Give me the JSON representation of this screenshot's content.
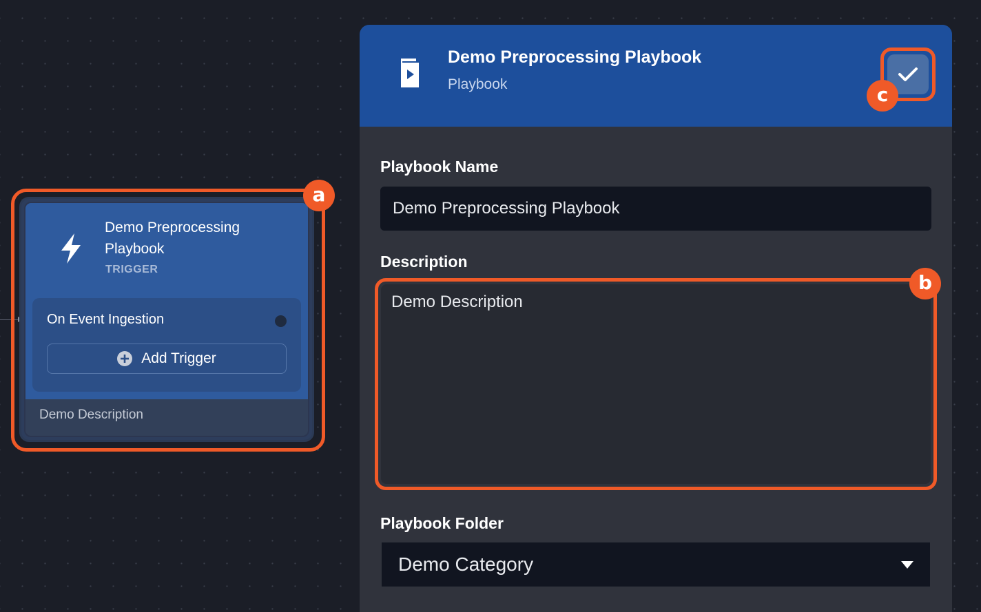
{
  "node": {
    "title": "Demo Preprocessing Playbook",
    "type_label": "TRIGGER",
    "icon": "lightning-icon",
    "trigger": {
      "label": "On Event Ingestion",
      "add_label": "Add Trigger"
    },
    "description": "Demo Description"
  },
  "panel": {
    "title": "Demo Preprocessing Playbook",
    "subtitle": "Playbook",
    "icon": "playbook-icon",
    "confirm_icon": "check-icon",
    "fields": {
      "name_label": "Playbook Name",
      "name_value": "Demo Preprocessing Playbook",
      "description_label": "Description",
      "description_value": "Demo Description",
      "folder_label": "Playbook Folder",
      "folder_value": "Demo Category"
    }
  },
  "callouts": {
    "a": "a",
    "b": "b",
    "c": "c"
  },
  "colors": {
    "highlight": "#f05a28",
    "panel_header": "#1d4f9c",
    "node_blue": "#2f5b9e",
    "canvas": "#1b1e27"
  }
}
